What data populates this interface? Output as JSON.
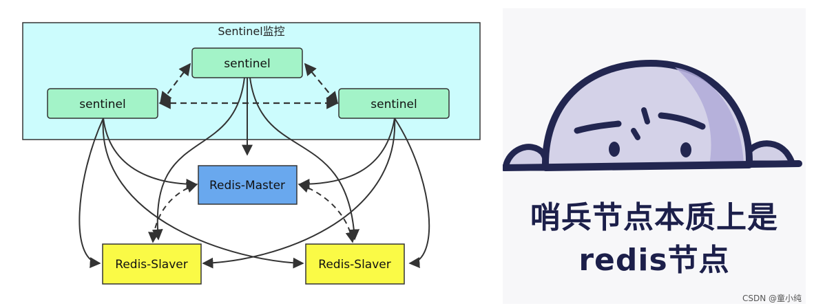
{
  "diagram": {
    "group_title": "Sentinel监控",
    "sentinel_top": "sentinel",
    "sentinel_left": "sentinel",
    "sentinel_right": "sentinel",
    "master": "Redis-Master",
    "slave_left": "Redis-Slaver",
    "slave_right": "Redis-Slaver",
    "colors": {
      "group_fill": "#ccfcfd",
      "sentinel_fill": "#a3f3c8",
      "master_fill": "#69a8ee",
      "slave_fill": "#fafa46"
    }
  },
  "meme": {
    "caption_line1": "哨兵节点本质上是",
    "caption_line2": "redis节点"
  },
  "watermark": "CSDN @童小纯"
}
